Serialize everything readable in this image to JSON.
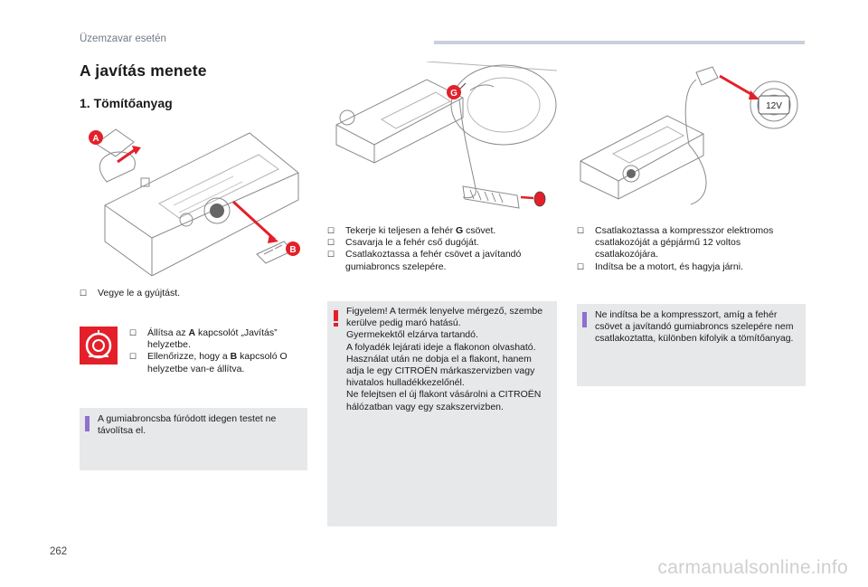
{
  "header": {
    "section_label": "Üzemzavar esetén"
  },
  "title": "A javítás menete",
  "subtitle": "1. Tömítőanyag",
  "page_number": "262",
  "watermark": "carmanualsonline.info",
  "figures": {
    "fig1": {
      "callout_a": "A",
      "callout_b": "B"
    },
    "fig2": {
      "callout_g": "G"
    },
    "fig3": {
      "plug_label": "12V"
    }
  },
  "col1": {
    "step1": "Vegye le a gyújtást.",
    "step2_pre": "Állítsa az ",
    "step2_key": "A",
    "step2_post": " kapcsolót „Javítás” helyzetbe.",
    "step3_pre": "Ellenőrizze, hogy a ",
    "step3_key": "B",
    "step3_post": " kapcsoló O helyzetbe van-e állítva.",
    "note": "A gumiabroncsba fúródott idegen testet ne távolítsa el."
  },
  "col2": {
    "step1_pre": "Tekerje ki teljesen a fehér ",
    "step1_key": "G",
    "step1_post": " csövet.",
    "step2": "Csavarja le a fehér cső dugóját.",
    "step3": "Csatlakoztassa a fehér csövet a javítandó gumiabroncs szelepére.",
    "warning_lines": [
      "Figyelem! A termék lenyelve mérgező, szembe kerülve pedig maró hatású.",
      "Gyermekektől elzárva tartandó.",
      "A folyadék lejárati ideje a flakonon olvasható.",
      "Használat után ne dobja el a flakont, hanem adja le egy CITROËN márkaszervizben vagy hivatalos hulladékkezelőnél.",
      "Ne felejtsen el új flakont vásárolni a CITROËN hálózatban vagy egy szakszervizben."
    ]
  },
  "col3": {
    "step1": "Csatlakoztassa a kompresszor elektromos csatlakozóját a gépjármű 12 voltos csatlakozójára.",
    "step2": "Indítsa be a motort, és hagyja járni.",
    "note": "Ne indítsa be a kompresszort, amíg a fehér csövet a javítandó gumiabroncs szelepére nem csatlakoztatta, különben kifolyik a tömítőanyag."
  },
  "colors": {
    "accent_red": "#e3202a",
    "info_purple": "#8f6fcf",
    "note_bg": "#e7e8ea",
    "header_bar": "#c9d0da"
  }
}
